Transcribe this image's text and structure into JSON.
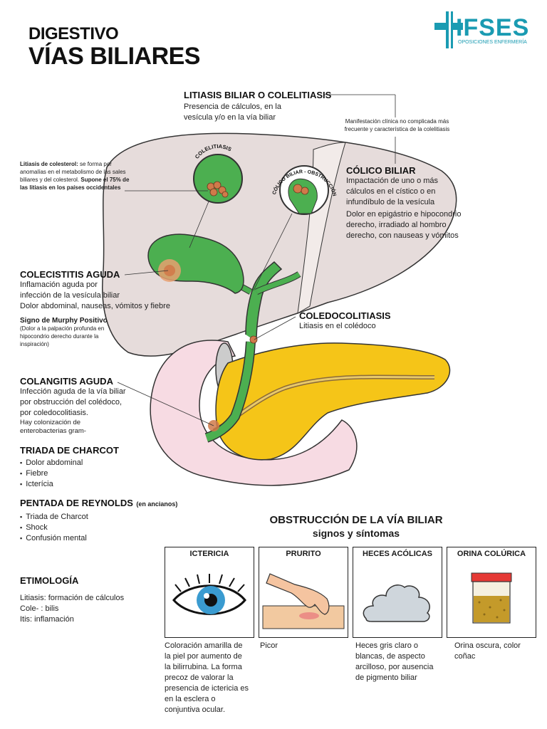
{
  "header": {
    "line1": "DIGESTIVO",
    "line2": "VÍAS BILIARES"
  },
  "logo": {
    "name": "IFSES",
    "tagline": "OPOSICIONES ENFERMERÍA",
    "color": "#1a9bb2"
  },
  "diagram": {
    "litiasis": {
      "title": "LITIASIS BILIAR O COLELITIASIS",
      "line1": "Presencia de cálculos, en la",
      "line2": "vesícula y/o en la vía biliar"
    },
    "manifest": {
      "line1": "Manifestación clínica no complicada más",
      "line2": "frecuente y característica de la colelitiasis"
    },
    "colelitiasis_label": "COLELITIASIS",
    "colico_circle_label": "CÓLICO BILIAR - OBSTRUCCIÓN",
    "colesterol": {
      "bold1": "Litiasis de colesterol:",
      "line1": " se forma por",
      "line2": "anomalías en el metabolismo de las sales",
      "line3": "biliares y del colesterol. ",
      "bold2": "Supone el 75% de",
      "bold3": "las litiasis en los países occidentales"
    },
    "colico": {
      "title": "CÓLICO BILIAR",
      "l1": "Impactación de uno o más",
      "l2": "cálculos en el cístico o en",
      "l3": "infundíbulo de la vesícula",
      "l4": "Dolor en epigástrio e hipocondrio",
      "l5": "derecho, irradiado al hombro",
      "l6": "derecho, con nauseas y vómitos"
    },
    "colecistitis": {
      "title": "COLECISTITIS AGUDA",
      "l1": "Inflamación aguda por",
      "l2": "infección de la vesícula biliar",
      "l3": "Dolor abdominal, nauseas, vómitos y fiebre"
    },
    "murphy": {
      "title": "Signo de Murphy Positivo",
      "l1": "(Dolor a la palpación profunda en",
      "l2": "hipocondrio derecho durante la",
      "l3": "inspiración)"
    },
    "coledoco": {
      "title": "COLEDOCOLITIASIS",
      "l1": "Litiasis en el colédoco"
    },
    "colangitis": {
      "title": "COLANGITIS AGUDA",
      "l1": "Infección aguda de la vía biliar",
      "l2": "por obstrucción del colédoco,",
      "l3": "por coledocolitiasis.",
      "l4": "Hay colonización de",
      "l5": "enterobacterias gram-"
    },
    "charcot": {
      "title": "TRIADA DE CHARCOT",
      "items": [
        "Dolor abdominal",
        "Fiebre",
        "Icterícia"
      ]
    },
    "reynolds": {
      "title": "PENTADA DE REYNOLDS",
      "note": "(en ancianos)",
      "items": [
        "Triada de Charcot",
        "Shock",
        "Confusión mental"
      ]
    },
    "etimologia": {
      "title": "ETIMOLOGÍA",
      "items": [
        "Litiasis: formación de cálculos",
        "Cole- : bilis",
        "Itis: inflamación"
      ]
    }
  },
  "obstruccion": {
    "title": "OBSTRUCCIÓN DE LA VÍA BILIAR",
    "subtitle": "signos  y síntomas",
    "cards": [
      {
        "label": "ICTERICIA",
        "desc": [
          "Coloración amarilla de",
          "la piel por aumento de",
          "la bilirrubina. La forma",
          "precoz de valorar la",
          "presencia de ictericia es",
          "en la esclera o",
          "conjuntiva ocular."
        ],
        "icon": "eye-icon"
      },
      {
        "label": "PRURITO",
        "desc": [
          "Picor"
        ],
        "icon": "scratching-hand-icon"
      },
      {
        "label": "HECES ACÓLICAS",
        "desc": [
          "Heces gris claro  o",
          "blancas, de aspecto",
          "arcilloso, por ausencia",
          "de pigmento biliar"
        ],
        "icon": "stool-icon"
      },
      {
        "label": "ORINA COLÚRICA",
        "desc": [
          "Orina oscura, color",
          "coñac"
        ],
        "icon": "urine-sample-icon"
      }
    ]
  },
  "colors": {
    "liver": "#e6dcdb",
    "gallbladder": "#4caf50",
    "pancreas": "#f5c518",
    "duodenum": "#f7dbe3",
    "stone": "#d07a4a"
  }
}
